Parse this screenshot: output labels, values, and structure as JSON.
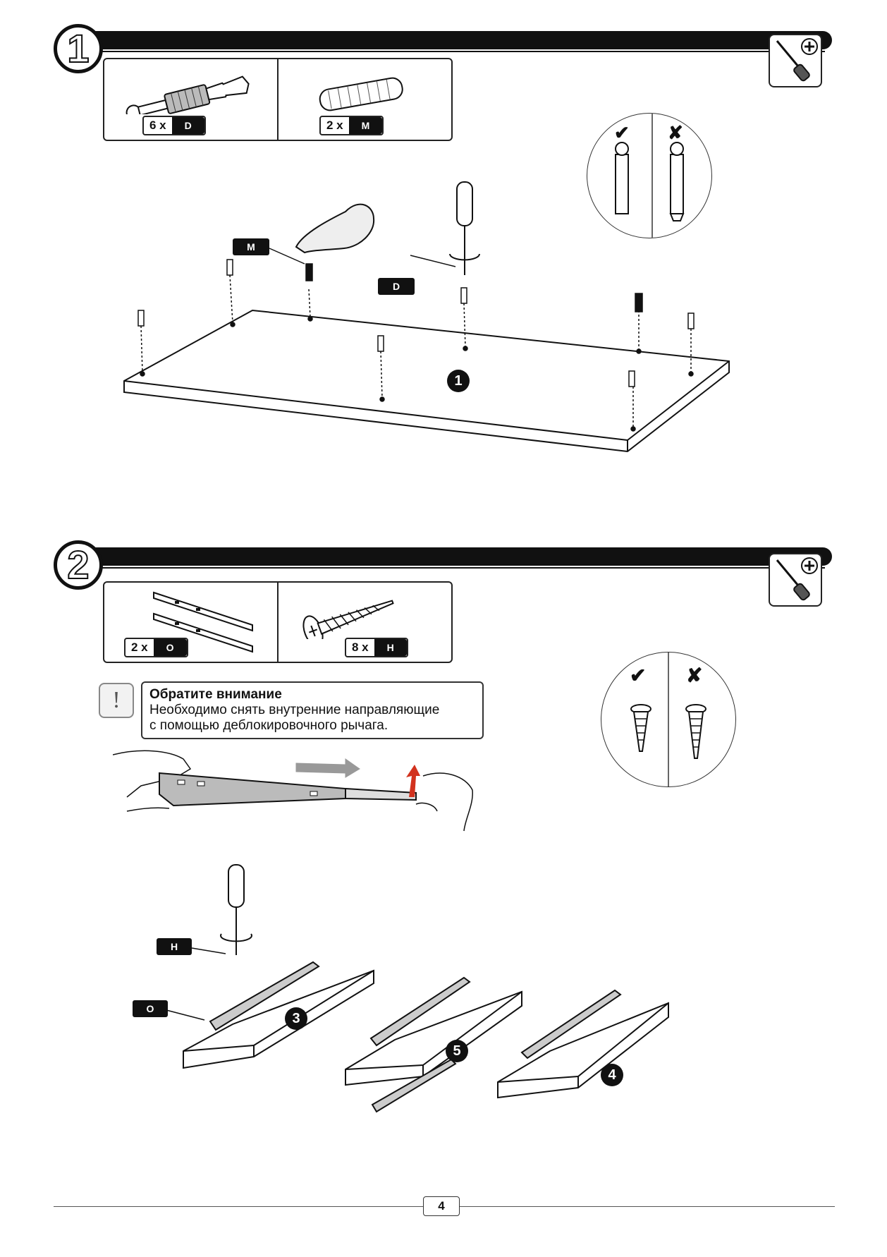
{
  "step1": {
    "number": "1",
    "parts": [
      {
        "qty": "6 x",
        "label": "D",
        "icon": "cam-bolt-icon"
      },
      {
        "qty": "2 x",
        "label": "M",
        "icon": "wooden-dowel-icon"
      }
    ],
    "tags": {
      "m": "M",
      "d": "D"
    },
    "panel_number": "1",
    "check_marks": {
      "ok": "✔",
      "bad": "✘"
    }
  },
  "step2": {
    "number": "2",
    "parts": [
      {
        "qty": "2 x",
        "label": "O",
        "icon": "drawer-slide-icon"
      },
      {
        "qty": "8 x",
        "label": "H",
        "icon": "screw-icon"
      }
    ],
    "note": {
      "title": "Обратите внимание",
      "line1": "Необходимо снять внутренние направляющие",
      "line2": "с помощью деблокировочного рычага."
    },
    "tags": {
      "h": "H",
      "o": "O"
    },
    "panel_numbers": [
      "3",
      "5",
      "4"
    ],
    "check_marks": {
      "ok": "✔",
      "bad": "✘"
    }
  },
  "footer": {
    "page": "4"
  },
  "colors": {
    "accent": "#d2321e",
    "ink": "#111111"
  }
}
